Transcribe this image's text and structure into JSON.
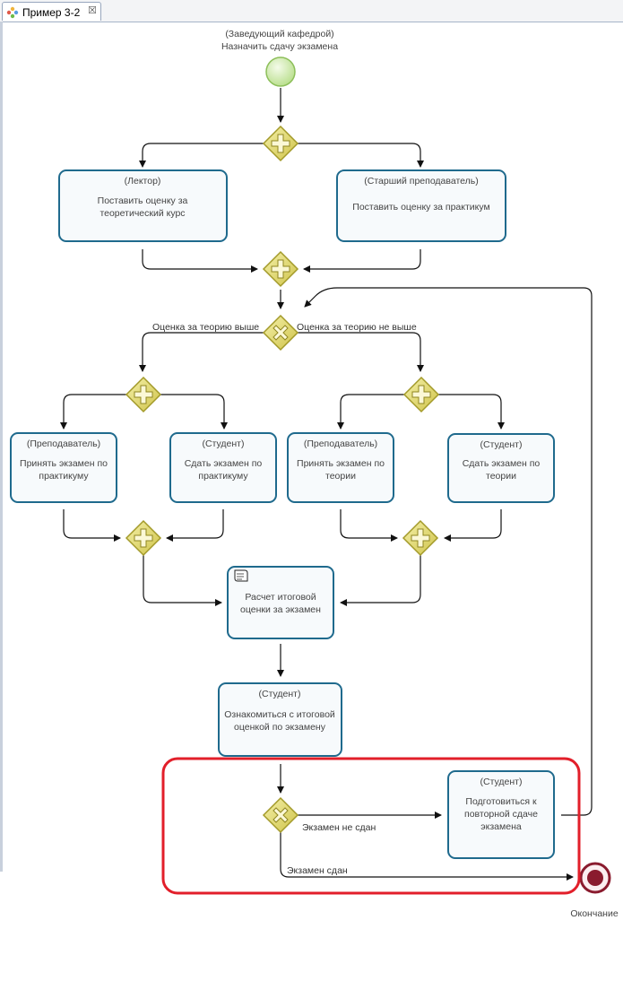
{
  "tab": {
    "title": "Пример 3-2",
    "close": "☒"
  },
  "start": {
    "role": "(Заведующий кафедрой)",
    "name": "Назначить сдачу экзамена"
  },
  "tasks": {
    "lecturer": {
      "role": "(Лектор)",
      "line1": "Поставить оценку за",
      "line2": "теоретический курс"
    },
    "senior": {
      "role": "(Старший преподаватель)",
      "line1": "Поставить оценку за практикум"
    },
    "t_prac": {
      "role": "(Преподаватель)",
      "line1": "Принять экзамен по",
      "line2": "практикуму"
    },
    "s_prac": {
      "role": "(Студент)",
      "line1": "Сдать экзамен по",
      "line2": "практикуму"
    },
    "t_theory": {
      "role": "(Преподаватель)",
      "line1": "Принять экзамен по",
      "line2": "теории"
    },
    "s_theory": {
      "role": "(Студент)",
      "line1": "Сдать экзамен по",
      "line2": "теории"
    },
    "calc": {
      "line1": "Расчет итоговой",
      "line2": "оценки за экзамен"
    },
    "review": {
      "role": "(Студент)",
      "line1": "Ознакомиться с итоговой",
      "line2": "оценкой по экзамену"
    },
    "prepare": {
      "role": "(Студент)",
      "line1": "Подготовиться к",
      "line2": "повторной сдаче",
      "line3": "экзамена"
    }
  },
  "flows": {
    "theory_higher": "Оценка за теорию выше",
    "theory_not_higher": "Оценка за теорию не выше",
    "exam_failed": "Экзамен не сдан",
    "exam_passed": "Экзамен сдан"
  },
  "end": {
    "name": "Окончание"
  },
  "colors": {
    "task_border": "#1f6a8d",
    "gateway_fill": "#e7e07a",
    "gateway_border": "#a39a2a",
    "highlight": "#e21f2a",
    "start_fill": "#cbe9a5",
    "end_fill": "#8a1b2e"
  }
}
